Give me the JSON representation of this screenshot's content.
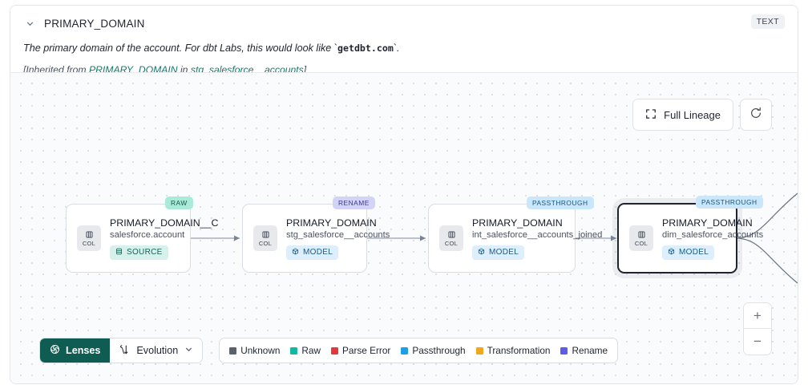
{
  "header": {
    "collapse_icon": "chevron-down-icon",
    "title": "PRIMARY_DOMAIN",
    "type_badge": "TEXT",
    "description_pre": "The primary domain of the account. For dbt Labs, this would look like `",
    "description_code": "getdbt.com",
    "description_post": "`.",
    "inherited_prefix": "[Inherited from ",
    "inherited_link_1": "PRIMARY_DOMAIN",
    "inherited_mid": " in ",
    "inherited_link_2": "stg_salesforce__accounts",
    "inherited_suffix": "]"
  },
  "controls": {
    "full_lineage_label": "Full Lineage",
    "full_lineage_icon": "expand-icon",
    "refresh_icon": "refresh-icon",
    "zoom_in_label": "+",
    "zoom_out_label": "−"
  },
  "lineage": {
    "nodes": [
      {
        "pill": "RAW",
        "pill_class": "pill-raw",
        "col_label": "COL",
        "title": "PRIMARY_DOMAIN__C",
        "subtitle": "salesforce.account",
        "tag": "SOURCE",
        "tag_icon": "database-icon",
        "tag_class": "tag-source",
        "selected": false
      },
      {
        "pill": "RENAME",
        "pill_class": "pill-rename",
        "col_label": "COL",
        "title": "PRIMARY_DOMAIN",
        "subtitle": "stg_salesforce__accounts",
        "tag": "MODEL",
        "tag_icon": "cube-icon",
        "tag_class": "tag-model",
        "selected": false
      },
      {
        "pill": "PASSTHROUGH",
        "pill_class": "pill-passthrough",
        "col_label": "COL",
        "title": "PRIMARY_DOMAIN",
        "subtitle": "int_salesforce__accounts_joined",
        "tag": "MODEL",
        "tag_icon": "cube-icon",
        "tag_class": "tag-model",
        "selected": false
      },
      {
        "pill": "PASSTHROUGH",
        "pill_class": "pill-passthrough",
        "col_label": "COL",
        "title": "PRIMARY_DOMAIN",
        "subtitle": "dim_salesforce_accounts",
        "tag": "MODEL",
        "tag_icon": "cube-icon",
        "tag_class": "tag-model",
        "selected": true
      }
    ]
  },
  "toolbar": {
    "lenses_label": "Lenses",
    "lenses_icon": "lens-icon",
    "evolution_label": "Evolution",
    "evolution_icon": "evolution-icon",
    "evolution_caret": "chevron-down-icon"
  },
  "legend": {
    "items": [
      {
        "label": "Unknown",
        "color": "#5b626e"
      },
      {
        "label": "Raw",
        "color": "#14b8a0"
      },
      {
        "label": "Parse Error",
        "color": "#e23a3a"
      },
      {
        "label": "Passthrough",
        "color": "#1c9fe8"
      },
      {
        "label": "Transformation",
        "color": "#f2a81d"
      },
      {
        "label": "Rename",
        "color": "#5b5ce8"
      }
    ]
  }
}
